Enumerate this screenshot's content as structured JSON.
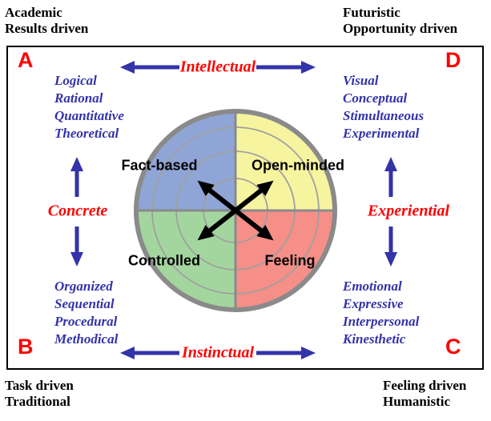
{
  "outer_labels": {
    "top_left": {
      "line1": "Academic",
      "line2": "Results driven"
    },
    "top_right": {
      "line1": "Futuristic",
      "line2": "Opportunity driven"
    },
    "bottom_left": {
      "line1": "Task driven",
      "line2": "Traditional"
    },
    "bottom_right": {
      "line1": "Feeling driven",
      "line2": "Humanistic"
    }
  },
  "corner_letters": {
    "top_left": "A",
    "top_right": "D",
    "bottom_left": "B",
    "bottom_right": "C"
  },
  "axis_labels": {
    "top": "Intellectual",
    "bottom": "Instinctual",
    "left": "Concrete",
    "right": "Experiential"
  },
  "trait_lists": {
    "a": {
      "items": [
        "Logical",
        "Rational",
        "Quantitative",
        "Theoretical"
      ]
    },
    "d": {
      "items": [
        "Visual",
        "Conceptual",
        "Stimultaneous",
        "Experimental"
      ]
    },
    "b": {
      "items": [
        "Organized",
        "Sequential",
        "Procedural",
        "Methodical"
      ]
    },
    "c": {
      "items": [
        "Emotional",
        "Expressive",
        "Interpersonal",
        "Kinesthetic"
      ]
    }
  },
  "quadrants": {
    "top_left": {
      "label": "Fact-based",
      "color": "#8FA5D5"
    },
    "top_right": {
      "label": "Open-minded",
      "color": "#F7F4A0"
    },
    "bottom_left": {
      "label": "Controlled",
      "color": "#A3D69E"
    },
    "bottom_right": {
      "label": "Feeling",
      "color": "#F58F88"
    }
  },
  "colors": {
    "trait_text": "#3333AA",
    "axis_text": "#FF0000",
    "arrow_blue": "#3333AA",
    "arrow_black": "#000000",
    "circle_border": "#8A8A8A",
    "divider": "#8A8A8A",
    "ring": "#A0A0A0"
  }
}
